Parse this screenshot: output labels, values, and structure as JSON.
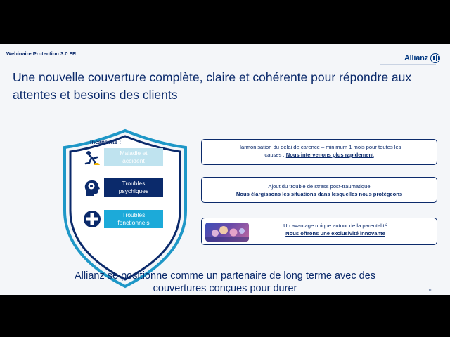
{
  "header": {
    "webinar_label": "Webinaire Protection 3.0 FR",
    "brand_name": "Allianz"
  },
  "headline": {
    "line1": "Une nouvelle couverture complète, claire et cohérente pour répondre aux",
    "line2": "attentes et besoins des clients"
  },
  "shield": {
    "title": "Incapacité :",
    "items": [
      {
        "line1": "Maladie et",
        "line2": "accident",
        "icon": "falling-person-icon"
      },
      {
        "line1": "Troubles",
        "line2": "psychiques",
        "icon": "brain-head-icon"
      },
      {
        "line1": "Troubles",
        "line2": "fonctionnels",
        "icon": "medical-cross-icon"
      }
    ]
  },
  "cards": [
    {
      "text1": "Harmonisation du délai de carence – minimum 1 mois pour toutes les",
      "text2": "causes : ",
      "strong": "Nous intervenons plus rapidement"
    },
    {
      "text1": "Ajout du trouble de stress post-traumatique",
      "strong": "Nous élargissons les situations dans lesquelles nous protégeons"
    },
    {
      "text1": "Un avantage unique autour de la parentalité",
      "strong": "Nous offrons une exclusivité innovante",
      "image": "parenthood-image"
    }
  ],
  "tagline": {
    "line1": "Allianz se positionne comme un partenaire de long terme avec des",
    "line2": "couvertures conçues pour durer"
  },
  "page_number": "11",
  "colors": {
    "navy": "#0b2a6b",
    "brand_blue": "#003781",
    "light_blue": "#bfe3ef",
    "cyan": "#1caad9",
    "shield_outline": "#1e97c7",
    "slide_bg": "#f4f6f9"
  }
}
